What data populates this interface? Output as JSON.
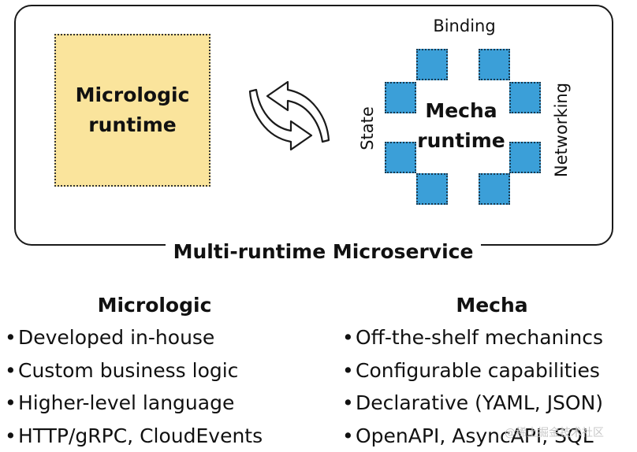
{
  "diagram": {
    "caption": "Multi-runtime Microservice",
    "micrologic_box_label": "Micrologic runtime",
    "mecha_box_label": "Mecha runtime",
    "labels": {
      "top": "Binding",
      "left": "State",
      "right": "Networking"
    },
    "colors": {
      "micrologic_fill": "#fae49c",
      "capability_fill": "#3b9fd8",
      "frame_stroke": "#1a1a1a"
    },
    "icons": {
      "exchange": "bidirectional-curved-arrows-icon",
      "capability": "blue-square-icon"
    }
  },
  "columns": {
    "micrologic": {
      "heading": "Micrologic",
      "bullet": "•",
      "items": [
        "Developed in-house",
        "Custom business logic",
        "Higher-level language",
        "HTTP/gRPC, CloudEvents"
      ]
    },
    "mecha": {
      "heading": "Mecha",
      "bullet": "•",
      "items": [
        "Off-the-shelf mechanincs",
        "Configurable capabilities",
        "Declarative (YAML, JSON)",
        "OpenAPI, AsyncAPI, SQL"
      ]
    }
  },
  "watermark": "@稀土掘金技术社区"
}
